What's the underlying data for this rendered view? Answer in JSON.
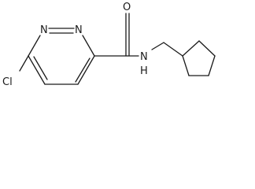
{
  "molecule": {
    "atoms": {
      "o": "O",
      "n_amide": "N",
      "h_amide": "H",
      "n_ring_1": "N",
      "n_ring_2": "N",
      "cl": "Cl"
    },
    "colors": {
      "bond": "#1a1a1a",
      "label": "#1a1a1a",
      "background": "#ffffff"
    }
  }
}
